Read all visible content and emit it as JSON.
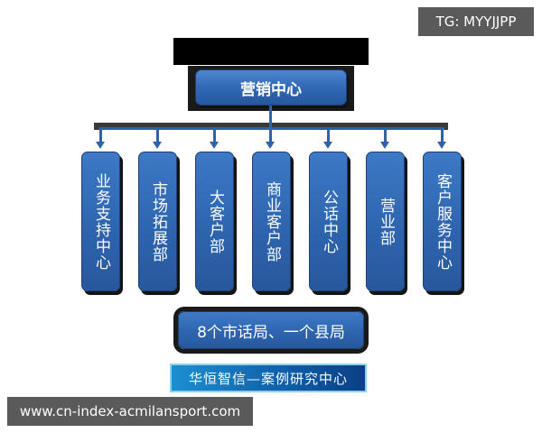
{
  "watermark_top": "TG: MYYJJPP",
  "watermark_bottom": "www.cn-index-acmilansport.com",
  "title_redacted": true,
  "root": {
    "label": "营销中心"
  },
  "departments": [
    {
      "label": "业务支持中心"
    },
    {
      "label": "市场拓展部"
    },
    {
      "label": "大客户部"
    },
    {
      "label": "商业客户部"
    },
    {
      "label": "公话中心"
    },
    {
      "label": "营业部"
    },
    {
      "label": "客户服务中心"
    }
  ],
  "branches": {
    "label": "8个市话局、一个县局"
  },
  "footer_banner": {
    "label": "华恒智信—案例研究中心"
  },
  "colors": {
    "box_blue": "#2f66b4",
    "connector": "#2f62a8",
    "banner_blue": "#0f5da8",
    "tag_gray": "#5a5a5a"
  }
}
